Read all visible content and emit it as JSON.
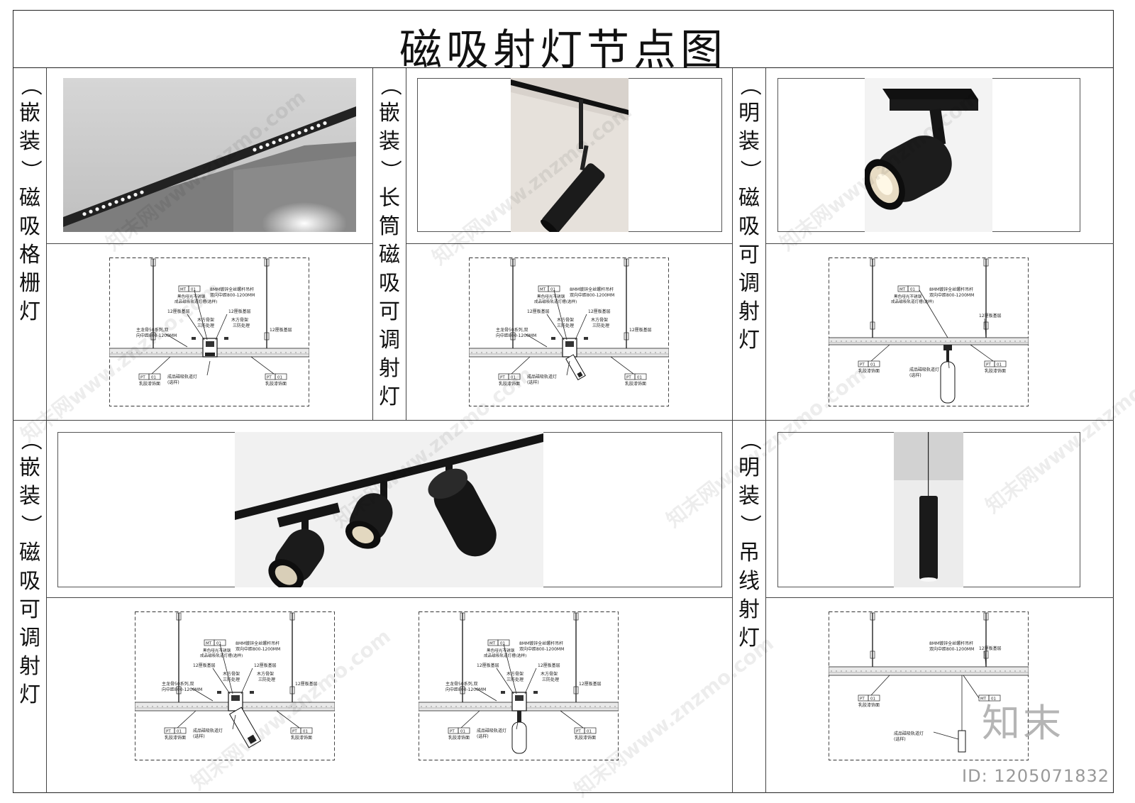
{
  "title": "磁吸射灯节点图",
  "sections": [
    {
      "label": "（嵌装）磁吸格栅灯"
    },
    {
      "label": "（嵌装）长筒磁吸可调射灯"
    },
    {
      "label": "（明装）磁吸可调射灯"
    },
    {
      "label": "（嵌装）磁吸可调射灯"
    },
    {
      "label": "（明装）吊线射灯"
    }
  ],
  "annotations": {
    "mt_tag": "MT",
    "pt_tag": "PT",
    "code": "01",
    "rod": "8MM镀锌全丝螺杆吊杆",
    "rod_spacing": "双向中距800-1200MM",
    "trim": "黑色哑光不锈钢",
    "track": "成品磁吸轨道灯槽(选样)",
    "board": "12厘板基层",
    "wood": "木方骨架",
    "fire": "三防处理",
    "main_keel": "主龙骨50系列,双",
    "keel_spacing": "向中距800-1200MM",
    "fixture": "成品磁吸轨道灯",
    "fixture_note": "(选样)",
    "paint": "乳胶漆饰面"
  },
  "watermark": "知末网www.znzmo.com",
  "brand": "知末",
  "id_text": "ID: 1205071832"
}
